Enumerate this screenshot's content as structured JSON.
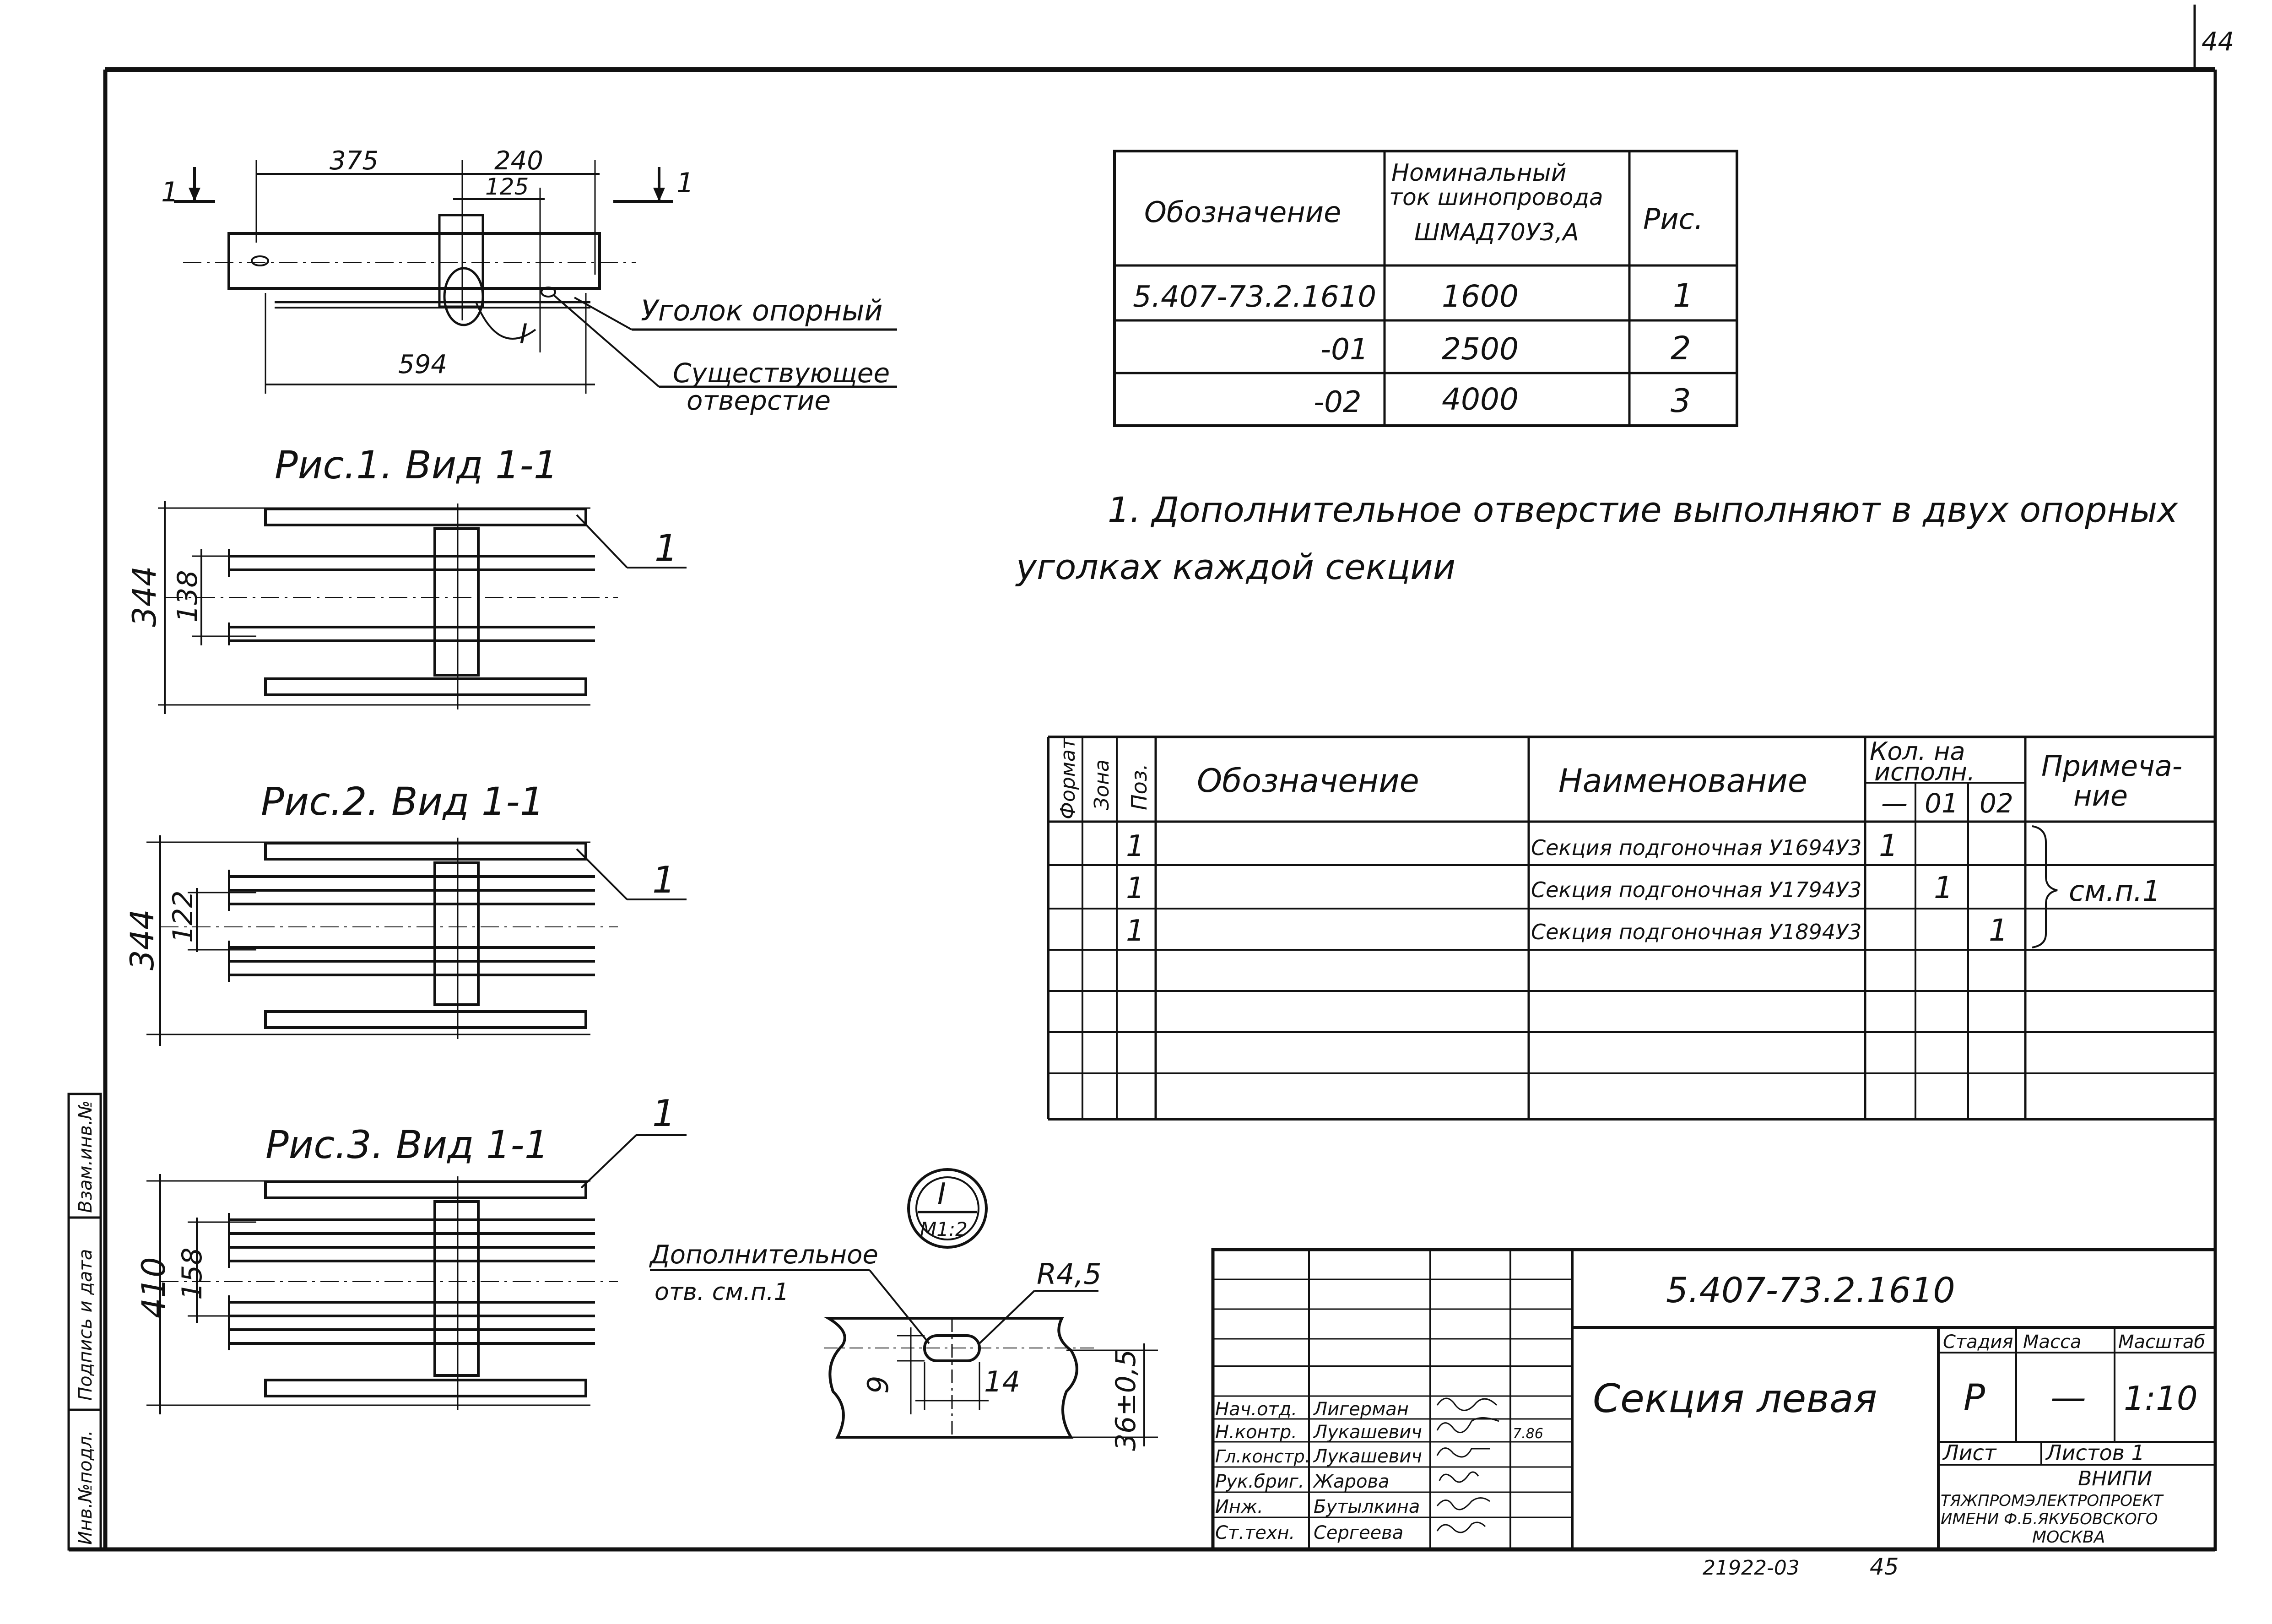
{
  "page_number_top": "44",
  "stamps": [
    "21922-03",
    "45"
  ],
  "left_strip": [
    "Инв.№подл.",
    "Подпись и дата",
    "Взам.инв.№"
  ],
  "top_view": {
    "section_marks": [
      "1",
      "1"
    ],
    "dims": [
      "375",
      "240",
      "125",
      "594"
    ],
    "callouts": [
      "Уголок опорный",
      "Существующее",
      "отверстие"
    ],
    "detail_mark": "I"
  },
  "figures": [
    {
      "title": "Рис.1. Вид 1-1",
      "dim_outer": "344",
      "dim_inner": "138",
      "pos": "1"
    },
    {
      "title": "Рис.2. Вид 1-1",
      "dim_outer": "344",
      "dim_inner": "122",
      "pos": "1"
    },
    {
      "title": "Рис.3. Вид 1-1",
      "dim_outer": "410",
      "dim_inner": "158",
      "pos": "1"
    }
  ],
  "variant_table": {
    "headers": [
      "Обозначение",
      "Номинальный",
      "ток шинопровода",
      "ШМАД70У3,А",
      "Рис."
    ],
    "rows": [
      [
        "5.407-73.2.1610",
        "1600",
        "1"
      ],
      [
        "-01",
        "2500",
        "2"
      ],
      [
        "-02",
        "4000",
        "3"
      ]
    ]
  },
  "note": {
    "line1": "1. Дополнительное отверстие выполняют в двух опорных",
    "line2": "уголках каждой секции"
  },
  "spec_table": {
    "h_format": "Формат",
    "h_zone": "Зона",
    "h_pos": "Поз.",
    "h_designation": "Обозначение",
    "h_name": "Наименование",
    "h_qty": "Кол. на",
    "h_qty2": "исполн.",
    "h_qty_cols": [
      "—",
      "01",
      "02"
    ],
    "h_note": "Примеча-",
    "h_note2": "ние",
    "rows": [
      {
        "pos": "1",
        "name": "Секция подгоночная У1694У3",
        "q0": "1",
        "q1": "",
        "q2": ""
      },
      {
        "pos": "1",
        "name": "Секция подгоночная У1794У3",
        "q0": "",
        "q1": "1",
        "q2": ""
      },
      {
        "pos": "1",
        "name": "Секция подгоночная У1894У3",
        "q0": "",
        "q1": "",
        "q2": "1"
      }
    ],
    "note_merged": "см.п.1"
  },
  "detail": {
    "mark": "I",
    "scale": "М1:2",
    "radius": "R4,5",
    "label1": "Дополнительное",
    "label2": "отв. см.п.1",
    "dims": [
      "9",
      "14",
      "36±0,5"
    ]
  },
  "title_block": {
    "doc_code": "5.407-73.2.1610",
    "name": "Секция левая",
    "h_stage": "Стадия",
    "h_mass": "Масса",
    "h_scale": "Масштаб",
    "stage": "Р",
    "mass": "—",
    "scale": "1:10",
    "sheet_label": "Лист",
    "sheets_label": "Листов 1",
    "org": [
      "ВНИПИ",
      "ТЯЖПРОМЭЛЕКТРОПРОЕКТ",
      "ИМЕНИ Ф.Б.ЯКУБОВСКОГО",
      "МОСКВА"
    ],
    "signatures": [
      {
        "role": "Нач.отд.",
        "name": "Лигерман"
      },
      {
        "role": "Н.контр.",
        "name": "Лукашевич"
      },
      {
        "role": "Гл.констр.",
        "name": "Лукашевич"
      },
      {
        "role": "Рук.бриг.",
        "name": "Жарова"
      },
      {
        "role": "Инж.",
        "name": "Бутылкина"
      },
      {
        "role": "Ст.техн.",
        "name": "Сергеева"
      }
    ],
    "date": "7.86"
  }
}
